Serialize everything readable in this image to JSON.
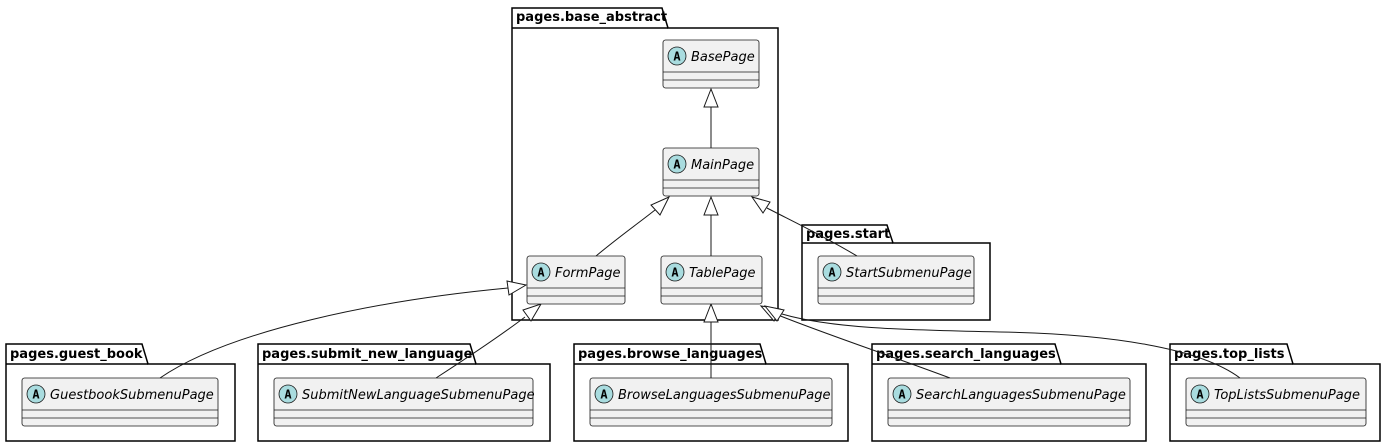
{
  "colors": {
    "class_fill": "#F1F1F1",
    "class_border": "#181818",
    "badge_fill": "#A9DCDF",
    "package_border": "#000000",
    "edge": "#181818",
    "background": "#FFFFFF"
  },
  "packages": [
    {
      "id": "base_abstract",
      "title": "pages.base_abstract"
    },
    {
      "id": "start",
      "title": "pages.start"
    },
    {
      "id": "guest_book",
      "title": "pages.guest_book"
    },
    {
      "id": "submit_new_language",
      "title": "pages.submit_new_language"
    },
    {
      "id": "browse_languages",
      "title": "pages.browse_languages"
    },
    {
      "id": "search_languages",
      "title": "pages.search_languages"
    },
    {
      "id": "top_lists",
      "title": "pages.top_lists"
    }
  ],
  "classes": [
    {
      "id": "BasePage",
      "name": "BasePage",
      "stereotype": "A",
      "package": "base_abstract",
      "icon": "abstract-class-icon"
    },
    {
      "id": "MainPage",
      "name": "MainPage",
      "stereotype": "A",
      "package": "base_abstract",
      "icon": "abstract-class-icon"
    },
    {
      "id": "FormPage",
      "name": "FormPage",
      "stereotype": "A",
      "package": "base_abstract",
      "icon": "abstract-class-icon"
    },
    {
      "id": "TablePage",
      "name": "TablePage",
      "stereotype": "A",
      "package": "base_abstract",
      "icon": "abstract-class-icon"
    },
    {
      "id": "StartSubmenuPage",
      "name": "StartSubmenuPage",
      "stereotype": "A",
      "package": "start",
      "icon": "abstract-class-icon"
    },
    {
      "id": "GuestbookSubmenuPage",
      "name": "GuestbookSubmenuPage",
      "stereotype": "A",
      "package": "guest_book",
      "icon": "abstract-class-icon"
    },
    {
      "id": "SubmitNewLanguageSubmenuPage",
      "name": "SubmitNewLanguageSubmenuPage",
      "stereotype": "A",
      "package": "submit_new_language",
      "icon": "abstract-class-icon"
    },
    {
      "id": "BrowseLanguagesSubmenuPage",
      "name": "BrowseLanguagesSubmenuPage",
      "stereotype": "A",
      "package": "browse_languages",
      "icon": "abstract-class-icon"
    },
    {
      "id": "SearchLanguagesSubmenuPage",
      "name": "SearchLanguagesSubmenuPage",
      "stereotype": "A",
      "package": "search_languages",
      "icon": "abstract-class-icon"
    },
    {
      "id": "TopListsSubmenuPage",
      "name": "TopListsSubmenuPage",
      "stereotype": "A",
      "package": "top_lists",
      "icon": "abstract-class-icon"
    }
  ],
  "inheritance": [
    {
      "child": "MainPage",
      "parent": "BasePage"
    },
    {
      "child": "FormPage",
      "parent": "MainPage"
    },
    {
      "child": "TablePage",
      "parent": "MainPage"
    },
    {
      "child": "StartSubmenuPage",
      "parent": "MainPage"
    },
    {
      "child": "GuestbookSubmenuPage",
      "parent": "FormPage"
    },
    {
      "child": "SubmitNewLanguageSubmenuPage",
      "parent": "FormPage"
    },
    {
      "child": "BrowseLanguagesSubmenuPage",
      "parent": "TablePage"
    },
    {
      "child": "SearchLanguagesSubmenuPage",
      "parent": "TablePage"
    },
    {
      "child": "TopListsSubmenuPage",
      "parent": "TablePage"
    }
  ]
}
